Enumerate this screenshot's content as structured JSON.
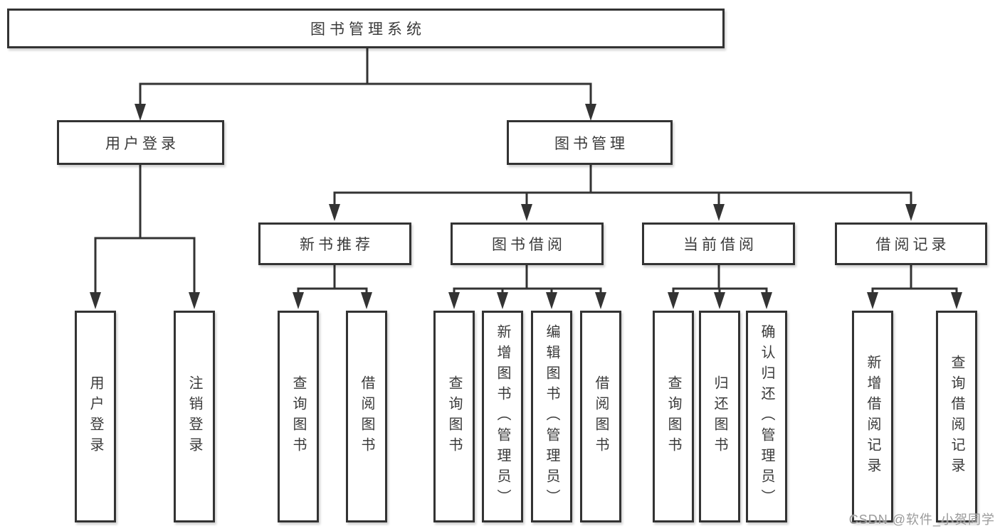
{
  "tree": {
    "root": {
      "label": "图书管理系统"
    },
    "user_login": {
      "label": "用户登录",
      "children": [
        {
          "label": "用户登录"
        },
        {
          "label": "注销登录"
        }
      ]
    },
    "book_mgmt": {
      "label": "图书管理",
      "sections": [
        {
          "label": "新书推荐",
          "children": [
            {
              "label": "查询图书"
            },
            {
              "label": "借阅图书"
            }
          ]
        },
        {
          "label": "图书借阅",
          "children": [
            {
              "label": "查询图书"
            },
            {
              "label": "新增图书（管理员）"
            },
            {
              "label": "编辑图书（管理员）"
            },
            {
              "label": "借阅图书"
            }
          ]
        },
        {
          "label": "当前借阅",
          "children": [
            {
              "label": "查询图书"
            },
            {
              "label": "归还图书"
            },
            {
              "label": "确认归还（管理员）"
            }
          ]
        },
        {
          "label": "借阅记录",
          "children": [
            {
              "label": "新增借阅记录"
            },
            {
              "label": "查询借阅记录"
            }
          ]
        }
      ]
    }
  },
  "watermark": "CSDN @软件_小贺同学",
  "colors": {
    "line": "#333333",
    "box_border": "#333333",
    "text": "#3a3a3a",
    "watermark": "#9a9a9a",
    "background": "#ffffff"
  }
}
